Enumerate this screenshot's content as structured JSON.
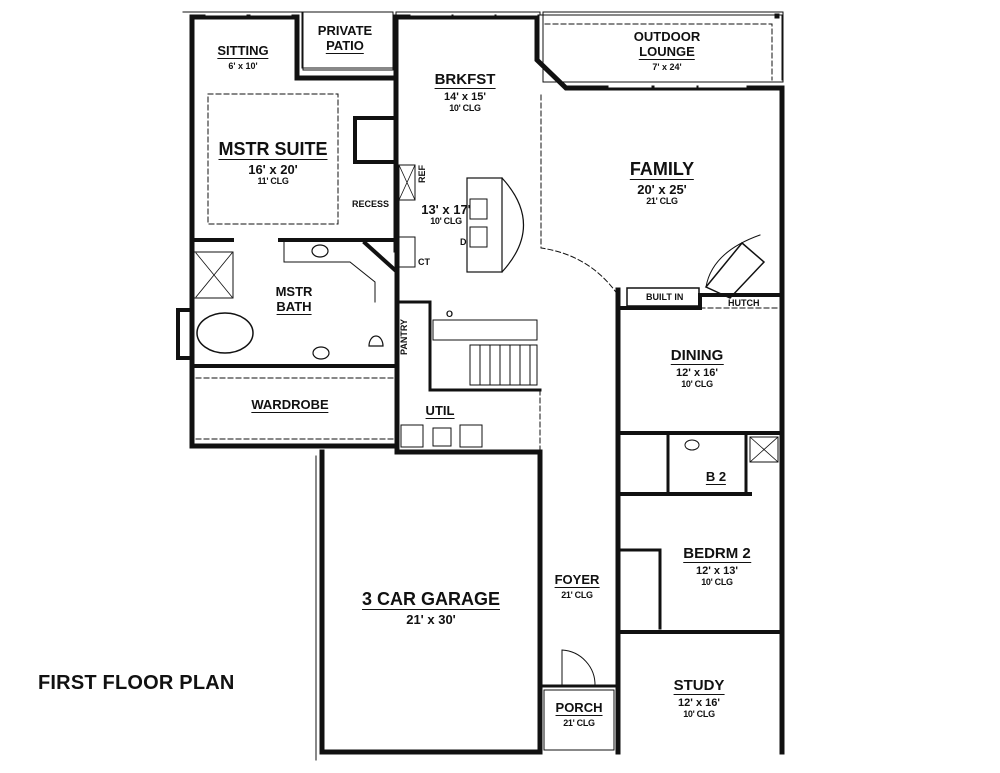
{
  "title": "FIRST FLOOR PLAN",
  "rooms": {
    "sitting": {
      "name": "SITTING",
      "dim": "6' x 10'"
    },
    "private_patio": {
      "name_line1": "PRIVATE",
      "name_line2": "PATIO"
    },
    "brkfst": {
      "name": "BRKFST",
      "dim": "14' x 15'",
      "clg": "10' CLG"
    },
    "outdoor_lounge": {
      "name_line1": "OUTDOOR",
      "name_line2": "LOUNGE",
      "dim": "7' x 24'"
    },
    "mstr_suite": {
      "name": "MSTR SUITE",
      "dim": "16' x 20'",
      "clg": "11' CLG"
    },
    "family": {
      "name": "FAMILY",
      "dim": "20' x 25'",
      "clg": "21' CLG"
    },
    "kitchen": {
      "dim": "13' x 17'",
      "clg": "10' CLG"
    },
    "mstr_bath": {
      "name_line1": "MSTR",
      "name_line2": "BATH"
    },
    "dining": {
      "name": "DINING",
      "dim": "12' x 16'",
      "clg": "10' CLG"
    },
    "wardrobe": {
      "name": "WARDROBE"
    },
    "util": {
      "name": "UTIL"
    },
    "b2": {
      "name": "B 2"
    },
    "bedrm2": {
      "name": "BEDRM 2",
      "dim": "12' x 13'",
      "clg": "10' CLG"
    },
    "foyer": {
      "name": "FOYER",
      "clg": "21' CLG"
    },
    "garage": {
      "name": "3 CAR GARAGE",
      "dim": "21' x 30'"
    },
    "study": {
      "name": "STUDY",
      "dim": "12' x 16'",
      "clg": "10' CLG"
    },
    "porch": {
      "name": "PORCH",
      "clg": "21' CLG"
    }
  },
  "annotations": {
    "recess": "RECESS",
    "ref": "REF",
    "ct": "CT",
    "d": "D",
    "o": "O",
    "pantry": "PANTRY",
    "built_in": "BUILT IN",
    "hutch": "HUTCH"
  }
}
